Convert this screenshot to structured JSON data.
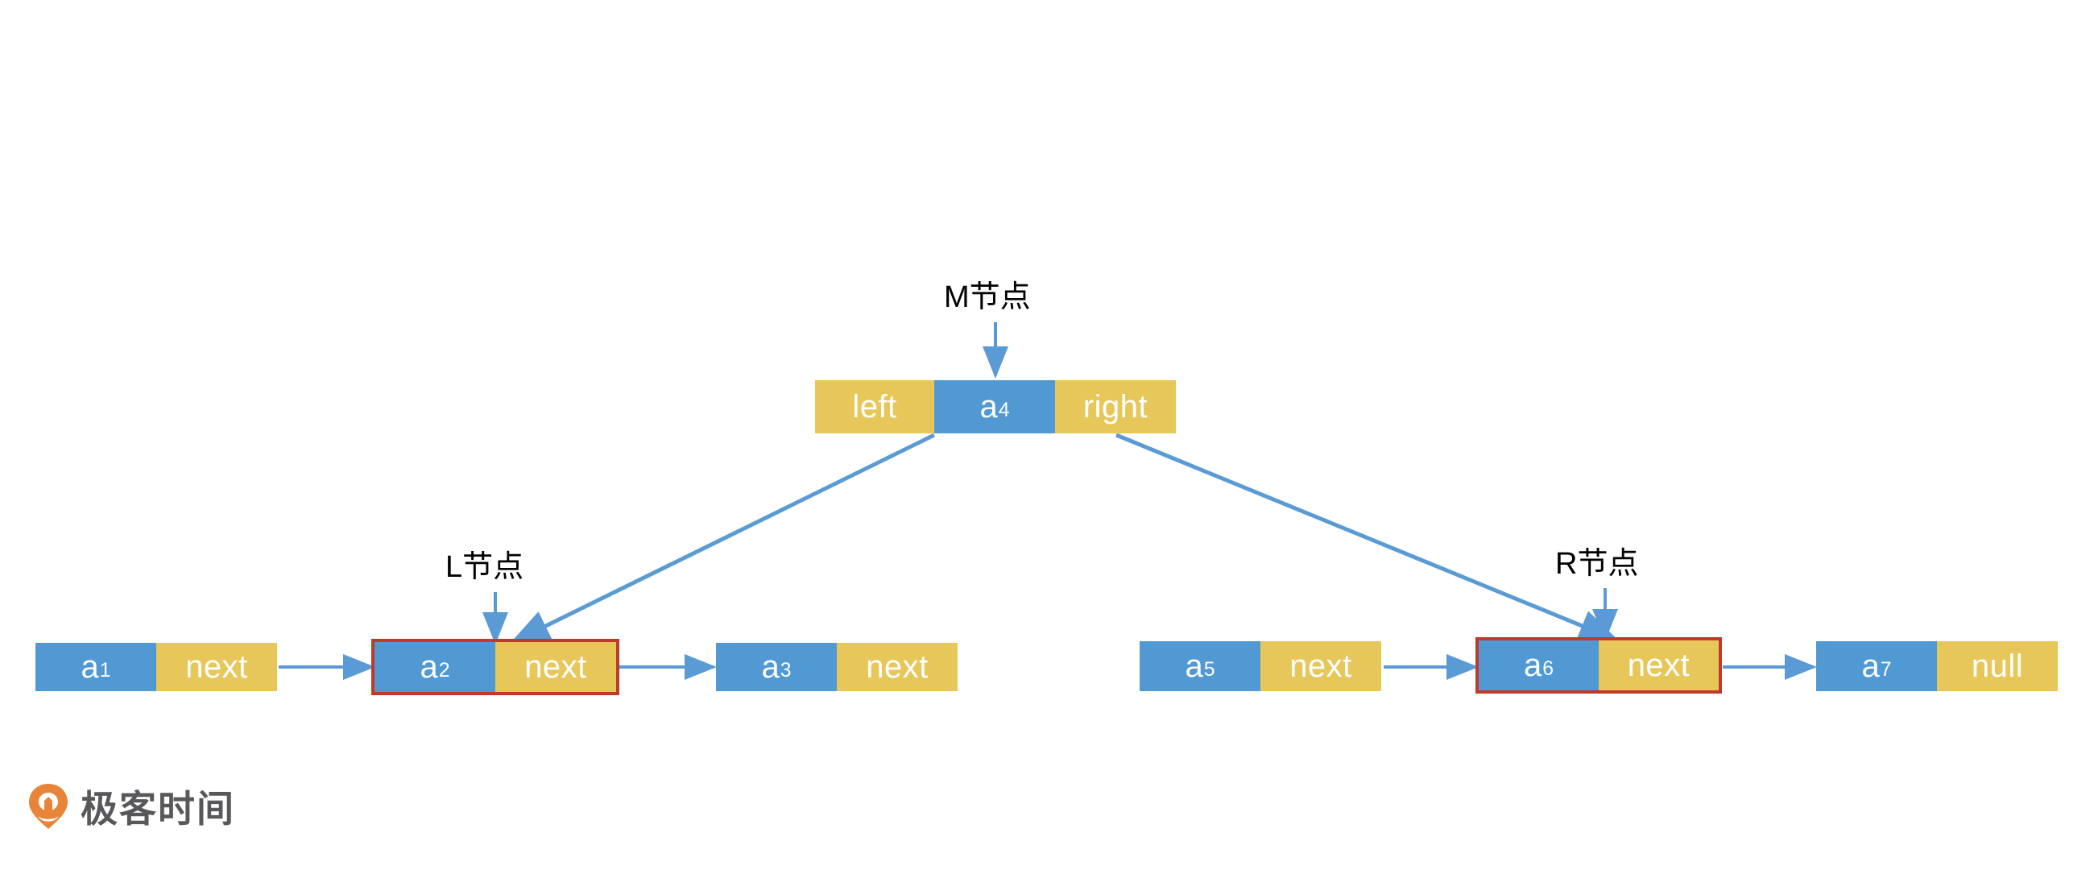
{
  "diagram": {
    "title_note": "linked-list with middle tree node",
    "colors": {
      "data_cell": "#5099D3",
      "pointer_cell": "#E8C75A",
      "arrow": "#5B9BD5",
      "highlight_border": "#C0392B",
      "label_text": "#000000",
      "logo_orange": "#E8833A",
      "logo_text": "#58585A"
    },
    "annotations": {
      "middle": "M节点",
      "left": "L节点",
      "right": "R节点"
    },
    "tree_node": {
      "left_label": "left",
      "value": "a",
      "value_sub": "4",
      "right_label": "right"
    },
    "left_list": [
      {
        "value": "a",
        "sub": "1",
        "pointer": "next",
        "highlight": false
      },
      {
        "value": "a",
        "sub": "2",
        "pointer": "next",
        "highlight": true
      },
      {
        "value": "a",
        "sub": "3",
        "pointer": "next",
        "highlight": false
      }
    ],
    "right_list": [
      {
        "value": "a",
        "sub": "5",
        "pointer": "next",
        "highlight": false
      },
      {
        "value": "a",
        "sub": "6",
        "pointer": "next",
        "highlight": true
      },
      {
        "value": "a",
        "sub": "7",
        "pointer": "null",
        "highlight": false
      }
    ]
  },
  "logo": {
    "text": "极客时间"
  }
}
